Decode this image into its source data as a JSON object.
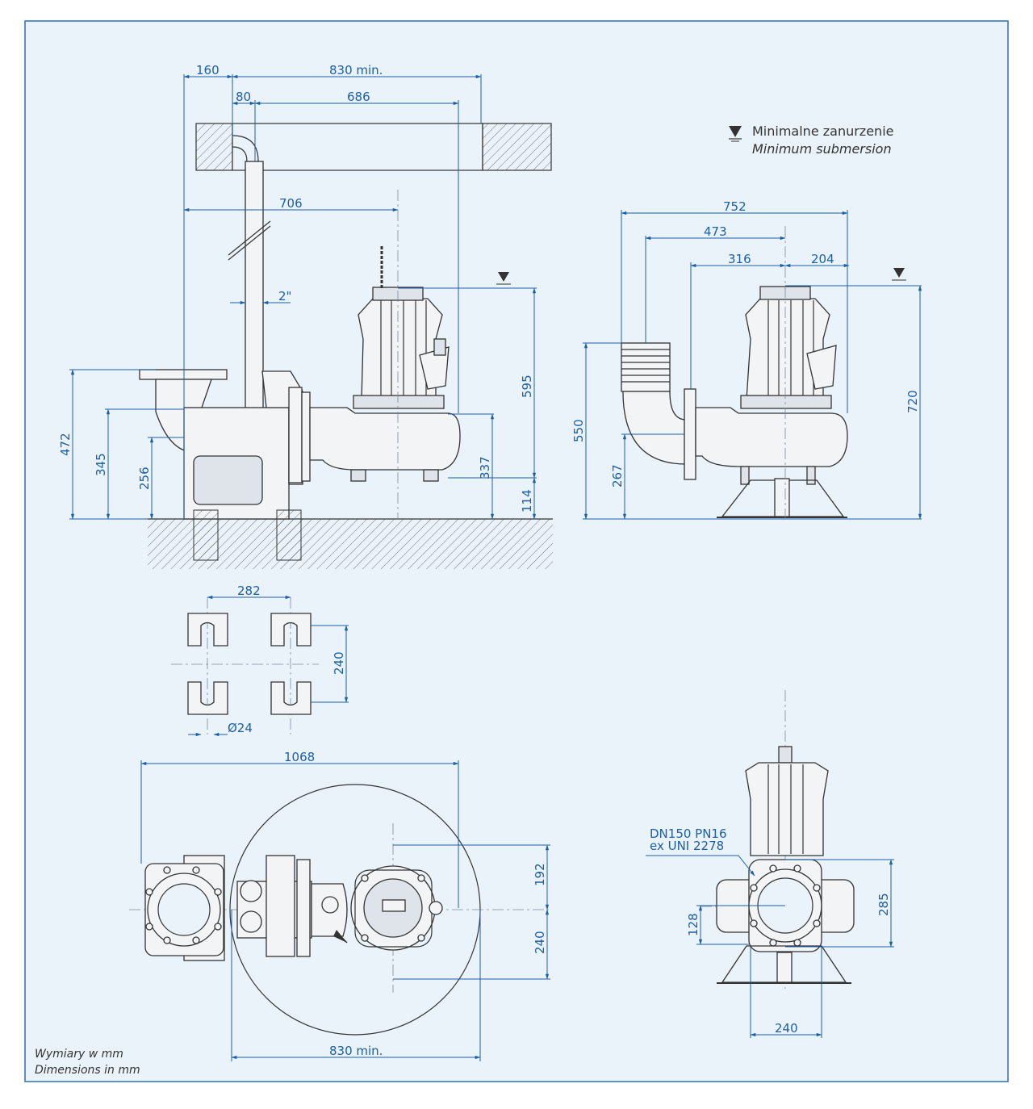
{
  "legend": {
    "min_submersion_pl": "Minimalne zanurzenie",
    "min_submersion_en": "Minimum submersion",
    "icon": "min-submersion-icon"
  },
  "notes": {
    "units_pl": "Wymiary w mm",
    "units_en": "Dimensions in mm"
  },
  "side_view": {
    "d160": "160",
    "d830_top": "830 min.",
    "d80": "80",
    "d686": "686",
    "d706": "706",
    "d2in": "2\"",
    "d595": "595",
    "d472": "472",
    "d345": "345",
    "d256": "256",
    "d337": "337",
    "d114": "114"
  },
  "front_view": {
    "d752": "752",
    "d473": "473",
    "d316": "316",
    "d204": "204",
    "d720": "720",
    "d550": "550",
    "d267": "267"
  },
  "base_plan": {
    "d282": "282",
    "d240": "240",
    "d24": "Ø24"
  },
  "top_view": {
    "d1068": "1068",
    "d192": "192",
    "d240": "240",
    "d830_bottom": "830 min."
  },
  "flange_view": {
    "flange_line1": "DN150 PN16",
    "flange_line2": "ex UNI 2278",
    "d285": "285",
    "d128": "128",
    "d240": "240"
  },
  "colors": {
    "dimension": "#1a5fa8",
    "frame": "#2b6fb6",
    "background": "#eaf3fa",
    "outline": "#333333"
  }
}
